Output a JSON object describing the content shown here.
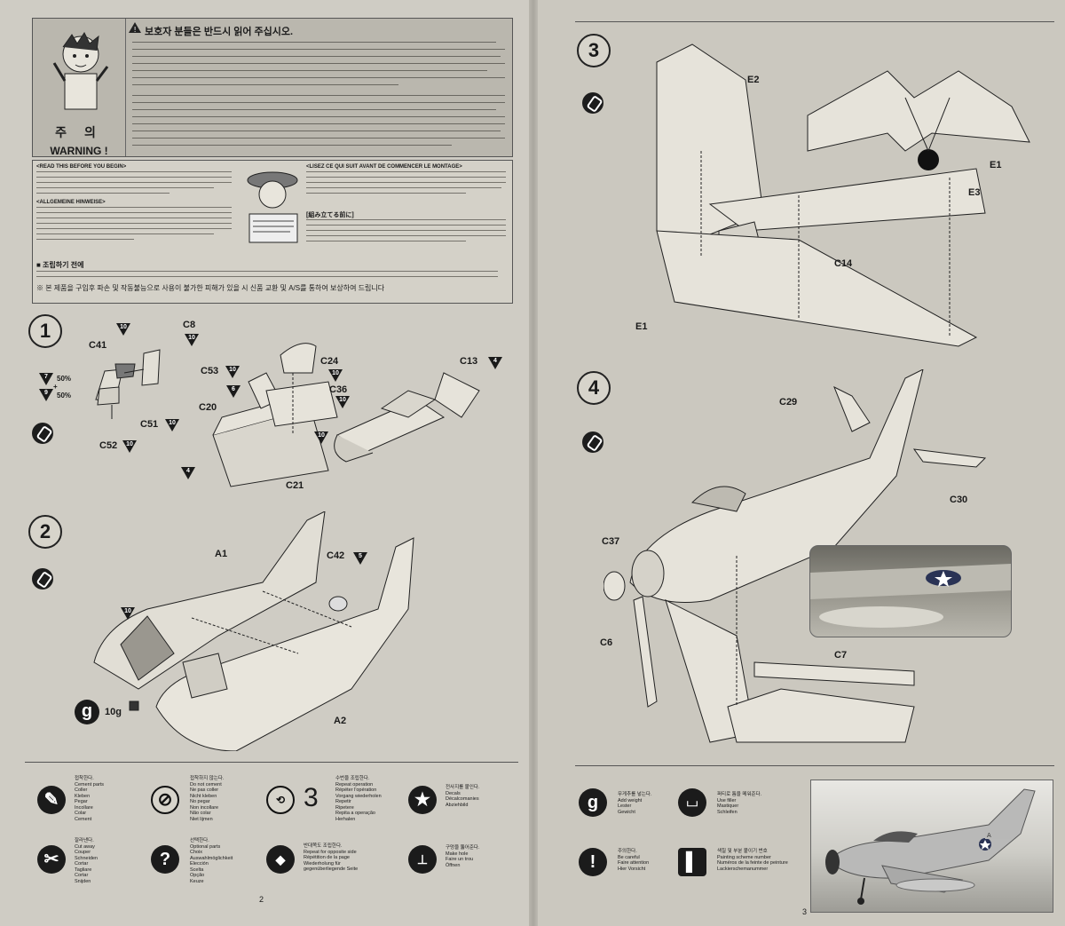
{
  "warning_box": {
    "title": "보호자 분들은 반드시 읽어 주십시오.",
    "label_korean": "주 의",
    "label_english": "WARNING !"
  },
  "notice_box": {
    "read_before": "<READ THIS BEFORE YOU BEGIN>",
    "lisez": "<LISEZ CE QUI SUIT AVANT DE COMMENCER LE MONTAGE>",
    "allgemeine": "<ALLGEMEINE HINWEISE>",
    "japanese": "[組み立てる前に]",
    "korean_head": "■ 조립하기 전에",
    "korean_footer": "※ 본 제품을 구입후 파손 및 작동불능으로 사용이 불가한 피해가 있을 시 신품 교환 및 A/S를 통하여 보상하여 드립니다"
  },
  "steps": {
    "s1": "1",
    "s2": "2",
    "s3": "3",
    "s4": "4"
  },
  "step1": {
    "c41": "C41",
    "c8": "C8",
    "c52": "C52",
    "c51": "C51",
    "c53": "C53",
    "c24": "C24",
    "c36": "C36",
    "c20": "C20",
    "c21": "C21",
    "c13": "C13",
    "mix1": "50%",
    "mix2": "50%",
    "plus": "+",
    "t10": "10",
    "t7": "7",
    "t9": "9",
    "t6": "6",
    "t4": "4"
  },
  "step2": {
    "a1": "A1",
    "a2": "A2",
    "c42": "C42",
    "weight": "g",
    "weight_value": "10g",
    "t5": "5",
    "t10": "10"
  },
  "step3": {
    "e2": "E2",
    "e1a": "E1",
    "e3": "E3",
    "c14": "C14",
    "e1b": "E1"
  },
  "step4": {
    "c29": "C29",
    "c30": "C30",
    "c37": "C37",
    "c6": "C6",
    "c7": "C7"
  },
  "legend": [
    {
      "name": "cement",
      "lines": [
        "접착한다.",
        "Cement parts",
        "Coller",
        "Kleben",
        "Pegar",
        "Incollare",
        "Colar",
        "Cement"
      ]
    },
    {
      "name": "no-cement",
      "lines": [
        "접착하지 않는다.",
        "Do not cement",
        "Ne pas coller",
        "Nicht kleben",
        "No pegar",
        "Non incollare",
        "Não colar",
        "Niet lijmen"
      ]
    },
    {
      "name": "repeat",
      "number": "3",
      "lines": [
        "수번을 조립한다.",
        "Repeat operation",
        "Répéter l'opération",
        "Vorgang wiederholen",
        "Repetir",
        "Ripetere",
        "Repita a operação",
        "Herhalen"
      ]
    },
    {
      "name": "decal",
      "lines": [
        "전사지를 붙인다.",
        "Decals",
        "Décalcomanies",
        "Abziehbild"
      ]
    },
    {
      "name": "cut",
      "lines": [
        "잘라낸다.",
        "Cut away",
        "Couper",
        "Schneiden",
        "Cortar",
        "Tagliare",
        "Cortar",
        "Snijden"
      ]
    },
    {
      "name": "optional",
      "lines": [
        "선택한다.",
        "Optional parts",
        "Choix",
        "Auswahlmöglichkeit",
        "Elección",
        "Scelta",
        "Opção",
        "Keuze"
      ]
    },
    {
      "name": "opposite",
      "lines": [
        "반대쪽도 조립한다.",
        "Repeat for opposite side",
        "Répétition de la page",
        "Wiederholung für gegenüberliegende Seite"
      ]
    },
    {
      "name": "drill",
      "lines": [
        "구멍을 뚫어준다.",
        "Make hole",
        "Faire un trou",
        "Öffnen"
      ]
    },
    {
      "name": "weight",
      "lines": [
        "무게추를 넣는다.",
        "Add weight",
        "Lester",
        "Gewicht"
      ]
    },
    {
      "name": "filler",
      "lines": [
        "퍼티로 틈을 메워준다.",
        "Use filler",
        "Mastiquer",
        "Schleifen"
      ]
    },
    {
      "name": "careful",
      "lines": [
        "주의한다.",
        "Be careful",
        "Faire attention",
        "Hier Vorsicht"
      ]
    },
    {
      "name": "paint",
      "lines": [
        "색칠 및 부분 붙이기 번호",
        "Painting scheme number",
        "Numéros de la feinte de peinture",
        "Lackierschemanummer"
      ]
    }
  ],
  "page_numbers": {
    "left": "2",
    "right": "3"
  }
}
